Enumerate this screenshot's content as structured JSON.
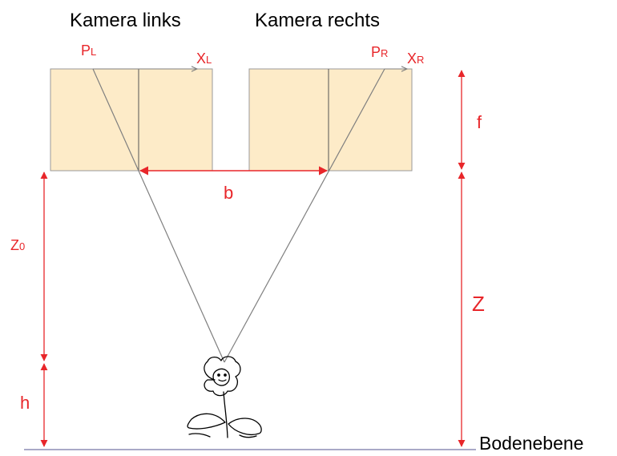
{
  "cameras": {
    "left": {
      "title": "Kamera links",
      "point_label": "P",
      "point_sub": "L",
      "axis_label": "X",
      "axis_sub": "L"
    },
    "right": {
      "title": "Kamera rechts",
      "point_label": "P",
      "point_sub": "R",
      "axis_label": "X",
      "axis_sub": "R"
    }
  },
  "dimensions": {
    "focal_length": "f",
    "baseline": "b",
    "depth": "Z",
    "reference_depth": "Z",
    "reference_depth_sub": "0",
    "height": "h"
  },
  "ground": {
    "label": "Bodenebene"
  },
  "object": {
    "icon": "flower-icon"
  },
  "colors": {
    "camera_fill": "#fdebc8",
    "camera_stroke": "#9a9a9a",
    "dimension_red": "#e8262a",
    "ray_gray": "#7f7f7f",
    "ground_line": "#a9a9c7",
    "text_black": "#000000"
  }
}
